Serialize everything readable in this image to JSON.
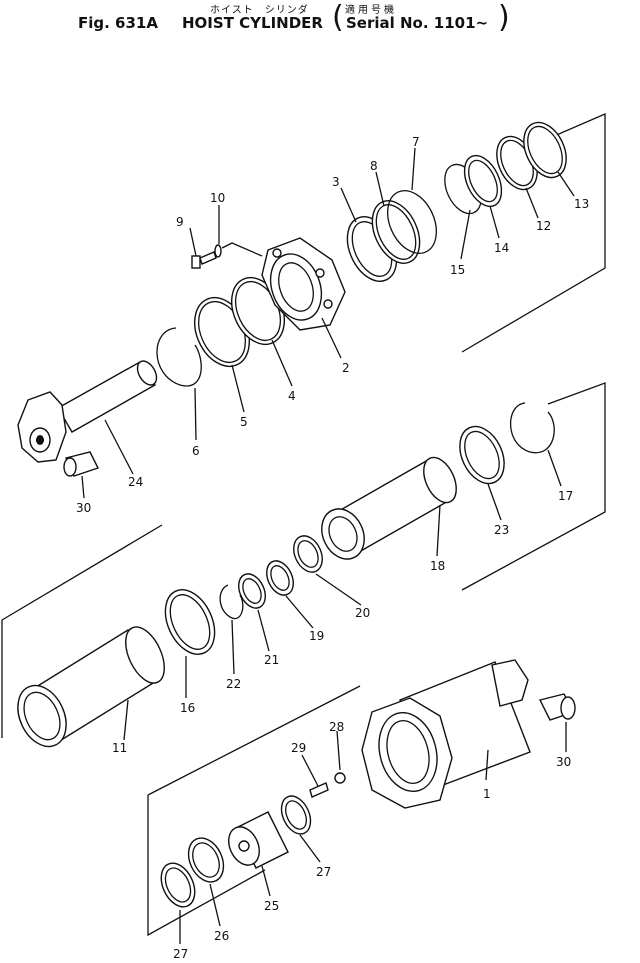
{
  "header": {
    "figure_number": "Fig. 631A",
    "figure_name": "HOIST CYLINDER",
    "kana_caption": "ホイスト　シリンダ",
    "kanji_caption": "適用号機",
    "serial_caption": "Serial No. 1101~",
    "paren_open": "(",
    "paren_close": ")"
  },
  "callouts": [
    {
      "id": "c1",
      "label": "1"
    },
    {
      "id": "c2",
      "label": "2"
    },
    {
      "id": "c3",
      "label": "3"
    },
    {
      "id": "c4",
      "label": "4"
    },
    {
      "id": "c5",
      "label": "5"
    },
    {
      "id": "c6",
      "label": "6"
    },
    {
      "id": "c7",
      "label": "7"
    },
    {
      "id": "c8",
      "label": "8"
    },
    {
      "id": "c9",
      "label": "9"
    },
    {
      "id": "c10",
      "label": "10"
    },
    {
      "id": "c11",
      "label": "11"
    },
    {
      "id": "c12",
      "label": "12"
    },
    {
      "id": "c13",
      "label": "13"
    },
    {
      "id": "c14",
      "label": "14"
    },
    {
      "id": "c15",
      "label": "15"
    },
    {
      "id": "c16",
      "label": "16"
    },
    {
      "id": "c17",
      "label": "17"
    },
    {
      "id": "c18",
      "label": "18"
    },
    {
      "id": "c19",
      "label": "19"
    },
    {
      "id": "c20",
      "label": "20"
    },
    {
      "id": "c21",
      "label": "21"
    },
    {
      "id": "c22",
      "label": "22"
    },
    {
      "id": "c23",
      "label": "23"
    },
    {
      "id": "c24",
      "label": "24"
    },
    {
      "id": "c25",
      "label": "25"
    },
    {
      "id": "c26",
      "label": "26"
    },
    {
      "id": "c27a",
      "label": "27"
    },
    {
      "id": "c27b",
      "label": "27"
    },
    {
      "id": "c28",
      "label": "28"
    },
    {
      "id": "c29",
      "label": "29"
    },
    {
      "id": "c30a",
      "label": "30"
    },
    {
      "id": "c30b",
      "label": "30"
    }
  ]
}
